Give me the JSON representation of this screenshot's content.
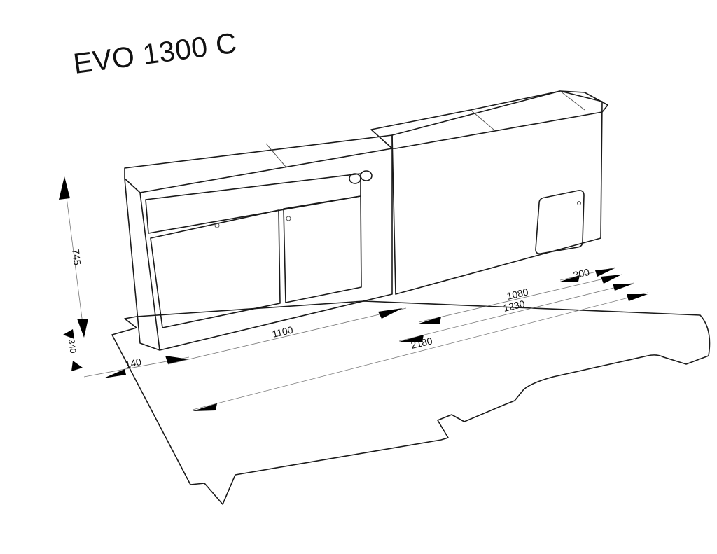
{
  "title": "EVO 1300 C",
  "dimensions": {
    "height": "745",
    "depth": "340",
    "left_offset": "140",
    "left_cabinet_width": "1100",
    "total_length": "2180",
    "right_offset": "300",
    "right_cabinet_width": "1080",
    "right_section": "1230"
  },
  "components": {
    "left_cabinet": "two-door cabinet with drawer and sink/hob top",
    "right_cabinet": "tall unit with access hatch",
    "floor": "vehicle floor plate outline"
  },
  "colors": {
    "line": "#1a1a1a",
    "dimension_line": "#777777",
    "background": "#ffffff"
  }
}
